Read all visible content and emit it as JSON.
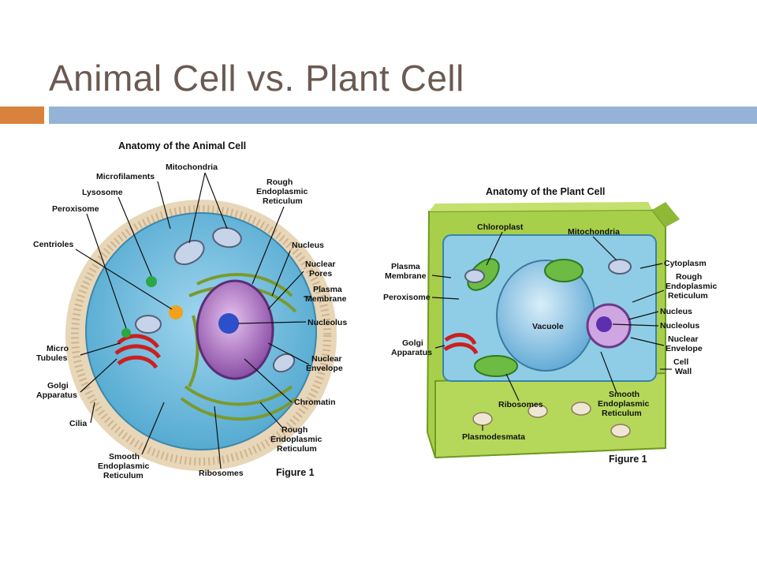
{
  "slide": {
    "title": "Animal Cell vs. Plant Cell"
  },
  "animal": {
    "title": "Anatomy of the Animal Cell",
    "figure": "Figure 1",
    "labels": {
      "mitochondria": "Mitochondria",
      "microfilaments": "Microfilaments",
      "lysosome": "Lysosome",
      "peroxisome": "Peroxisome",
      "centrioles": "Centrioles",
      "micro1": "Micro",
      "micro2": "Tubules",
      "golgi1": "Golgi",
      "golgi2": "Apparatus",
      "cilia": "Cilia",
      "smooth1": "Smooth",
      "smooth2": "Endoplasmic",
      "smooth3": "Reticulum",
      "ribosomes": "Ribosomes",
      "roughTop1": "Rough",
      "roughTop2": "Endoplasmic",
      "roughTop3": "Reticulum",
      "nucleus": "Nucleus",
      "pores1": "Nuclear",
      "pores2": "Pores",
      "plasma1": "Plasma",
      "plasma2": "Membrane",
      "nucleolus": "Nucleolus",
      "envelope1": "Nuclear",
      "envelope2": "Envelope",
      "chromatin": "Chromatin",
      "roughBot1": "Rough",
      "roughBot2": "Endoplasmic",
      "roughBot3": "Reticulum"
    }
  },
  "plant": {
    "title": "Anatomy of the Plant Cell",
    "figure": "Figure 1",
    "labels": {
      "chloroplast": "Chloroplast",
      "mitochondria": "Mitochondria",
      "cytoplasm": "Cytoplasm",
      "plasma1": "Plasma",
      "plasma2": "Membrane",
      "peroxisome": "Peroxisome",
      "vacuole": "Vacuole",
      "rough1": "Rough",
      "rough2": "Endoplasmic",
      "rough3": "Reticulum",
      "nucleus": "Nucleus",
      "nucleolus": "Nucleolus",
      "envelope1": "Nuclear",
      "envelope2": "Envelope",
      "golgi1": "Golgi",
      "golgi2": "Apparatus",
      "wall1": "Cell",
      "wall2": "Wall",
      "ribosomes": "Ribosomes",
      "smooth1": "Smooth",
      "smooth2": "Endoplasmic",
      "smooth3": "Reticulum",
      "plasmodesmata": "Plasmodesmata"
    }
  }
}
